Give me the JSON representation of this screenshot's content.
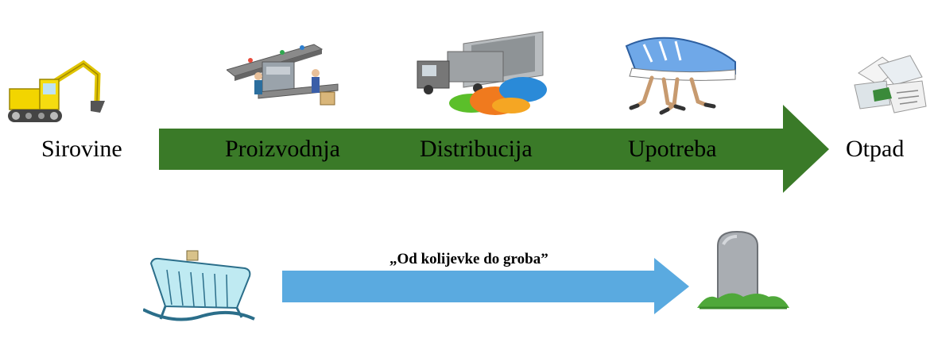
{
  "process": {
    "start_label": "Sirovine",
    "stages": [
      "Proizvodnja",
      "Distribucija",
      "Upotreba"
    ],
    "end_label": "Otpad",
    "arrow_color": "#3a7a28"
  },
  "lifecycle": {
    "caption": "„Od kolijevke do groba”",
    "arrow_color": "#5aaae0"
  },
  "icons": {
    "excavator": "excavator-icon",
    "factory": "assembly-line-icon",
    "truck": "truck-warehouse-icon",
    "shoes": "running-shoes-icon",
    "trash": "paper-waste-icon",
    "cradle": "cradle-icon",
    "grave": "gravestone-icon"
  }
}
